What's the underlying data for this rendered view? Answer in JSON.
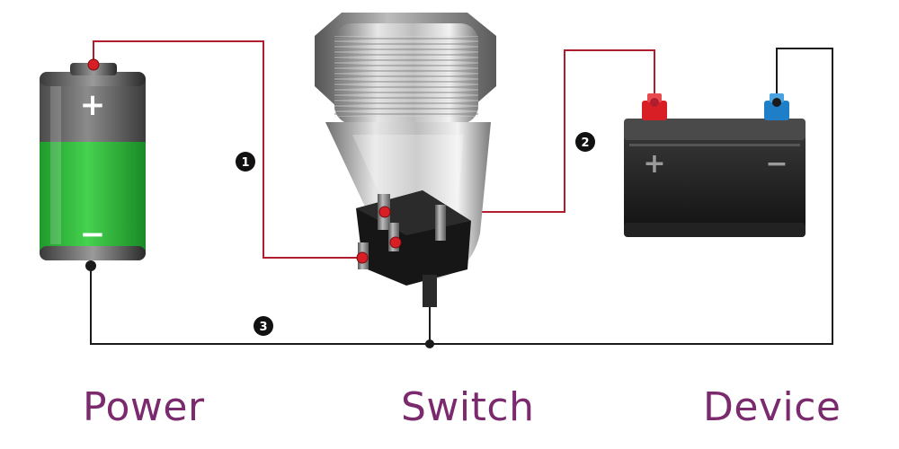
{
  "captions": {
    "power": "Power",
    "switch": "Switch",
    "device": "Device"
  },
  "wire_labels": [
    "1",
    "2",
    "3"
  ],
  "power_source": {
    "positive_symbol": "+",
    "negative_symbol": "−"
  },
  "device": {
    "positive_symbol": "+",
    "negative_symbol": "−"
  },
  "colors": {
    "wire_positive": "#b01e2e",
    "wire_ground": "#1a1a1a",
    "caption": "#7b2a6e",
    "battery_charge": "#2fbf3e",
    "terminal_red": "#d81f26",
    "terminal_blue": "#1e7fc8"
  }
}
